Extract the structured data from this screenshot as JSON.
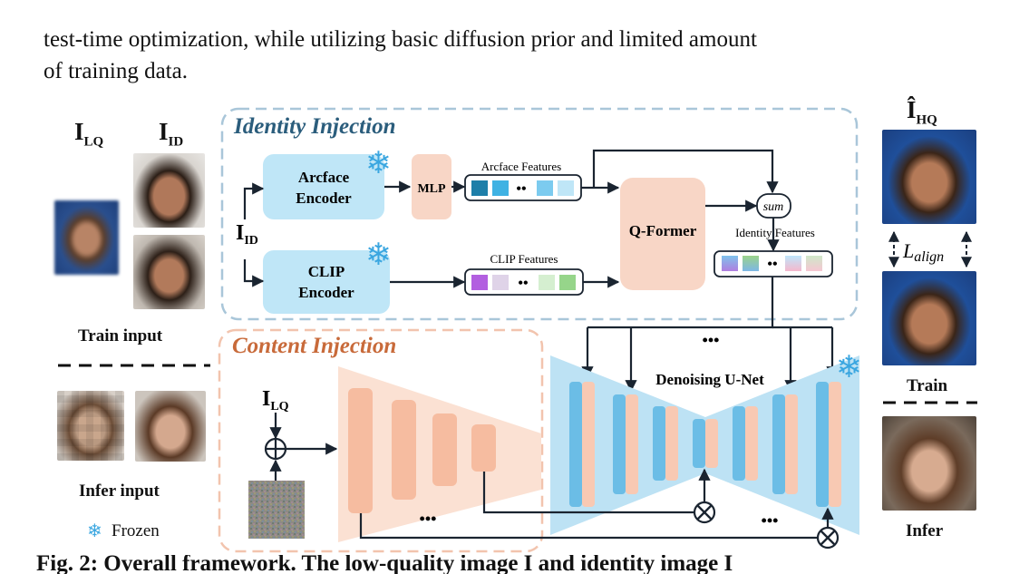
{
  "paragraph": {
    "line1": "test-time optimization, while utilizing basic diffusion prior and limited amount",
    "line2": "of training data."
  },
  "left": {
    "lq_label_base": "I",
    "lq_label_sub": "LQ",
    "id_label_base": "I",
    "id_label_sub": "ID",
    "train_input": "Train input",
    "infer_input": "Infer  input",
    "frozen": "Frozen"
  },
  "identity": {
    "title": "Identity Injection",
    "arcface_line1": "Arcface",
    "arcface_line2": "Encoder",
    "mlp": "MLP",
    "arcface_features": "Arcface Features",
    "clip_line1": "CLIP",
    "clip_line2": "Encoder",
    "clip_features": "CLIP Features",
    "qformer": "Q-Former",
    "sum": "sum",
    "identity_features": "Identity Features",
    "iid_base": "I",
    "iid_sub": "ID"
  },
  "content": {
    "title": "Content Injection",
    "ilq_base": "I",
    "ilq_sub": "LQ",
    "ellipsis": "•••"
  },
  "unet": {
    "label": "Denoising U-Net",
    "ellipsis_top": "•••",
    "ellipsis_bottom": "•••"
  },
  "right": {
    "ihq_base": "Î",
    "ihq_sub": "HQ",
    "l_align_base": "L",
    "l_align_sub": "align",
    "train": "Train",
    "infer": "Infer"
  },
  "caption_cut": "Fig. 2: Overall framework. The low-quality image I and identity image I",
  "colors": {
    "identity_border": "#a9c6d9",
    "content_border": "#f2c4ae",
    "encoder_fill": "#bfe6f7",
    "qformer_fill": "#f8d6c6",
    "unet_fill": "#bde2f4",
    "title_identity": "#2b5d7c",
    "title_content": "#c86a3a"
  }
}
